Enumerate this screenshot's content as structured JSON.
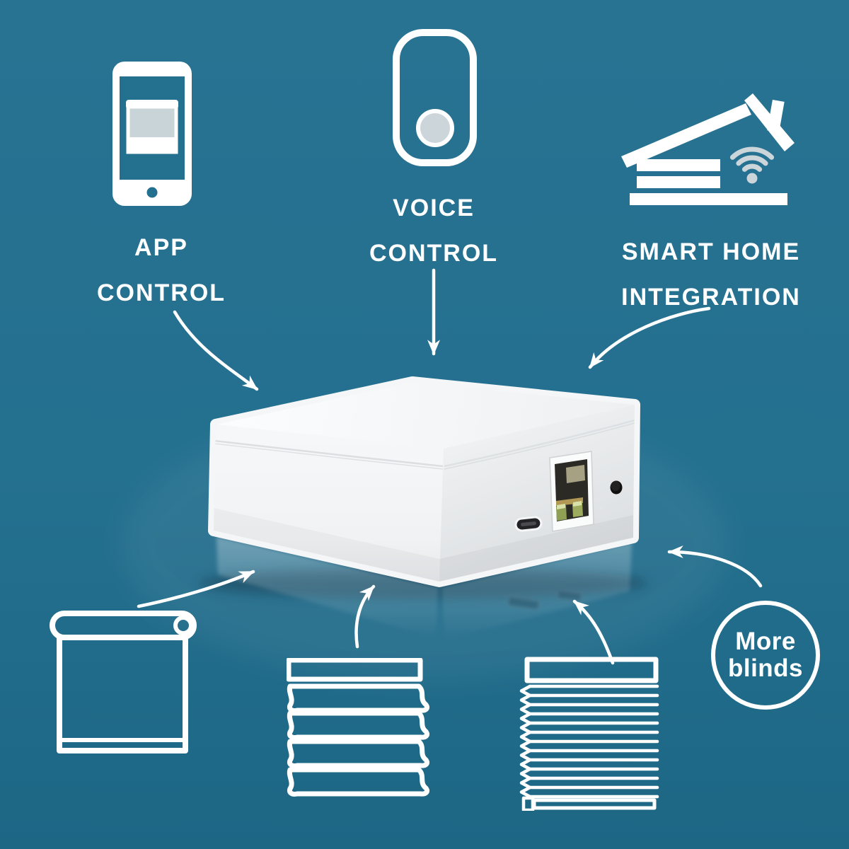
{
  "background": {
    "color": "#24708f"
  },
  "features": [
    {
      "id": "app-control",
      "lines": [
        "APP",
        "CONTROL"
      ],
      "icon": "smartphone-app-blind-icon"
    },
    {
      "id": "voice-control",
      "lines": [
        "VOICE",
        "CONTROL"
      ],
      "icon": "voice-assistant-icon"
    },
    {
      "id": "smart-home-integration",
      "lines": [
        "SMART HOME",
        "INTEGRATION"
      ],
      "icon": "smart-home-wifi-icon"
    }
  ],
  "badge": {
    "lines": [
      "More",
      "blinds"
    ]
  },
  "blind_types": [
    {
      "icon": "roller-blind-icon"
    },
    {
      "icon": "roman-blind-icon"
    },
    {
      "icon": "cellular-blind-icon"
    }
  ],
  "device": {
    "icon": "hub-device-photo",
    "ports": [
      "usb-c-port",
      "ethernet-port",
      "reset-button",
      "status-led"
    ]
  },
  "colors": {
    "background": "#24708f",
    "foreground": "#ffffff",
    "icon_accent": "#ccd5d9",
    "device_body": "#f4f6f8"
  }
}
